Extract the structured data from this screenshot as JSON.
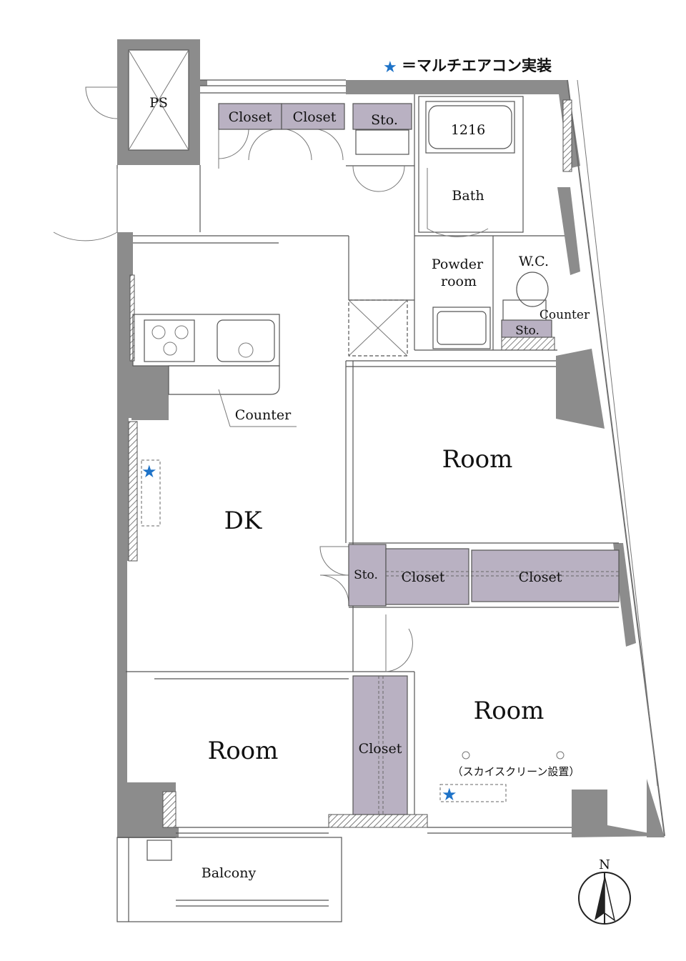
{
  "legend": {
    "star": "★",
    "text": "＝マルチエアコン実装"
  },
  "rooms": {
    "ps": "PS",
    "closet_1": "Closet",
    "closet_2": "Closet",
    "sto_top": "Sto.",
    "bath_size": "1216",
    "bath": "Bath",
    "powder_line1": "Powder",
    "powder_line2": "room",
    "wc": "W.C.",
    "counter_wc": "Counter",
    "sto_wc": "Sto.",
    "counter_kitchen": "Counter",
    "dk": "DK",
    "room_east": "Room",
    "sto_mid": "Sto.",
    "closet_mid_1": "Closet",
    "closet_mid_2": "Closet",
    "room_sw": "Room",
    "closet_vertical": "Closet",
    "room_se": "Room",
    "sky_screen": "（スカイスクリーン設置）",
    "balcony": "Balcony"
  },
  "compass": {
    "north": "N"
  },
  "colors": {
    "wall": "#8c8c8c",
    "closet": "#b9b1c2",
    "star": "#1e73c8"
  }
}
